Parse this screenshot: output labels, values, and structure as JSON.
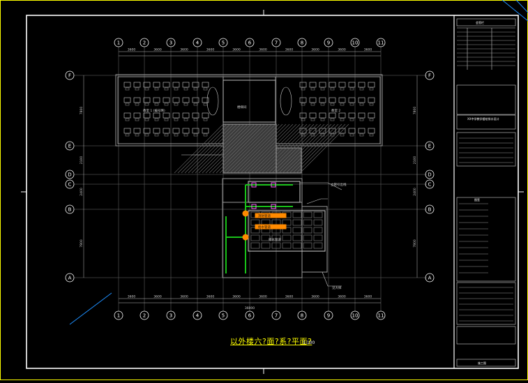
{
  "drawing": {
    "title": "以外楼六?面?系?平面?",
    "scale": "1:100",
    "colors": {
      "background": "#000000",
      "frame": "#ffffff",
      "structure": "#9a9a9a",
      "grid_line": "#b8b8b8",
      "furniture": "#cfcfcf",
      "pipe_green": "#19c219",
      "accent_orange": "#ff8a00",
      "title_yellow": "#ffff00",
      "rooms_magenta": "#ff5cff",
      "crossline_cyan": "#1e90ff"
    }
  },
  "grid": {
    "columns": [
      "1",
      "2",
      "3",
      "4",
      "5",
      "6",
      "7",
      "8",
      "9",
      "10",
      "11"
    ],
    "rows_left": [
      "F",
      "E",
      "D",
      "C",
      "B",
      "A"
    ],
    "top_dims": [
      "3600",
      "3600",
      "3600",
      "3600",
      "3600",
      "3600",
      "3600",
      "3600",
      "3600",
      "3600"
    ],
    "bottom_dims": [
      "3600",
      "3600",
      "3600",
      "3600",
      "3600",
      "3600",
      "3600",
      "3600",
      "3600",
      "3600"
    ],
    "overall_dim": "36000",
    "left_dims": [
      "7800",
      "2100",
      "2400",
      "7800"
    ],
    "right_dims": [
      "7800",
      "2100",
      "2400",
      "7800"
    ]
  },
  "annotations": {
    "room_left": "教室 1 (编号略)",
    "room_right": "教室 2",
    "stair_note": "楼梯间",
    "pipe_notes": [
      "消防管道",
      "给水管道",
      "排水管道"
    ],
    "leader_note": "立管引出线",
    "corner_note": "见大样"
  },
  "title_block": {
    "header": "会签栏",
    "project_name": "XX中学教学楼给排水设计",
    "stamp": "图签",
    "footer": "施工图"
  }
}
